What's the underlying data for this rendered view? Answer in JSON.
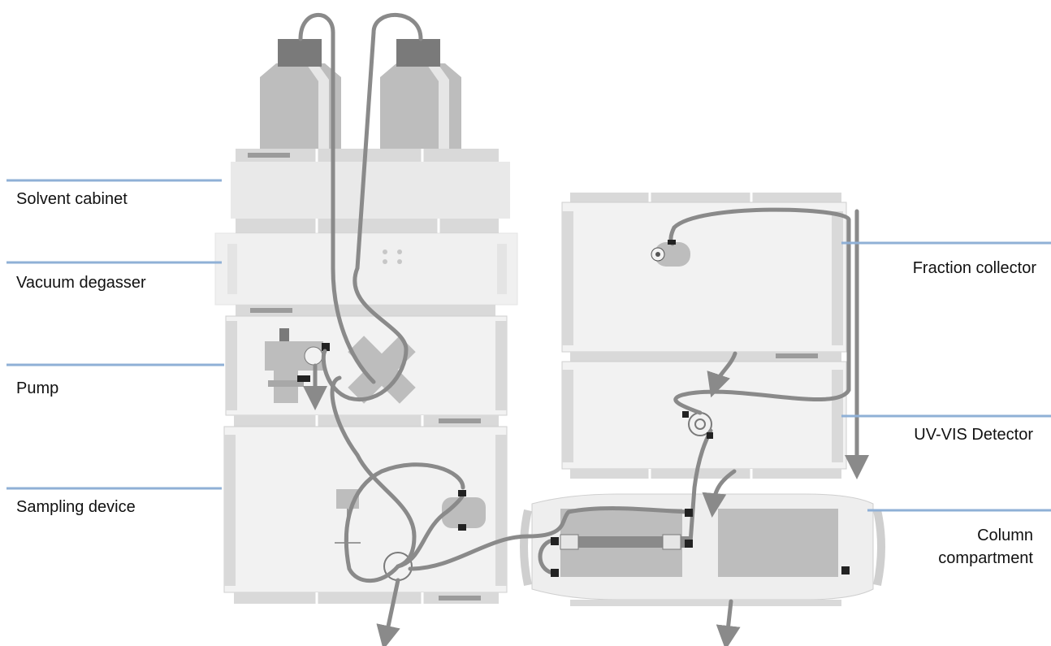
{
  "labels": {
    "solvent_cabinet": "Solvent cabinet",
    "vacuum_degasser": "Vacuum degasser",
    "pump": "Pump",
    "sampling_device": "Sampling device",
    "fraction_collector": "Fraction collector",
    "uv_vis_detector": "UV-VIS Detector",
    "column_compartment_line1": "Column",
    "column_compartment_line2": "compartment"
  },
  "colors": {
    "leader_line": "#8fb0d6",
    "module_fill": "#f2f2f2",
    "module_edge": "#cfcfcf",
    "tab": "#d9d9d9",
    "tab_dark": "#9b9b9b",
    "tubing": "#8a8a8a",
    "bottle": "#bdbdbd",
    "cap": "#7a7a7a"
  }
}
